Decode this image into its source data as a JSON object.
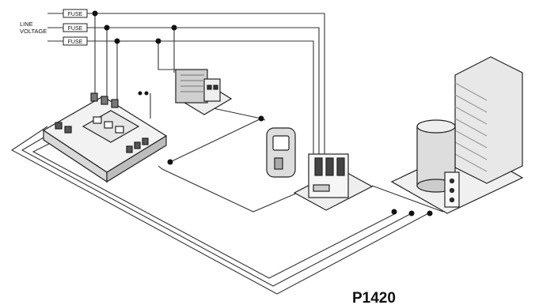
{
  "line_voltage": {
    "line1": "LINE",
    "line2": "VOLTAGE"
  },
  "fuses": [
    "FUSE",
    "FUSE",
    "FUSE"
  ],
  "model": "P1420"
}
